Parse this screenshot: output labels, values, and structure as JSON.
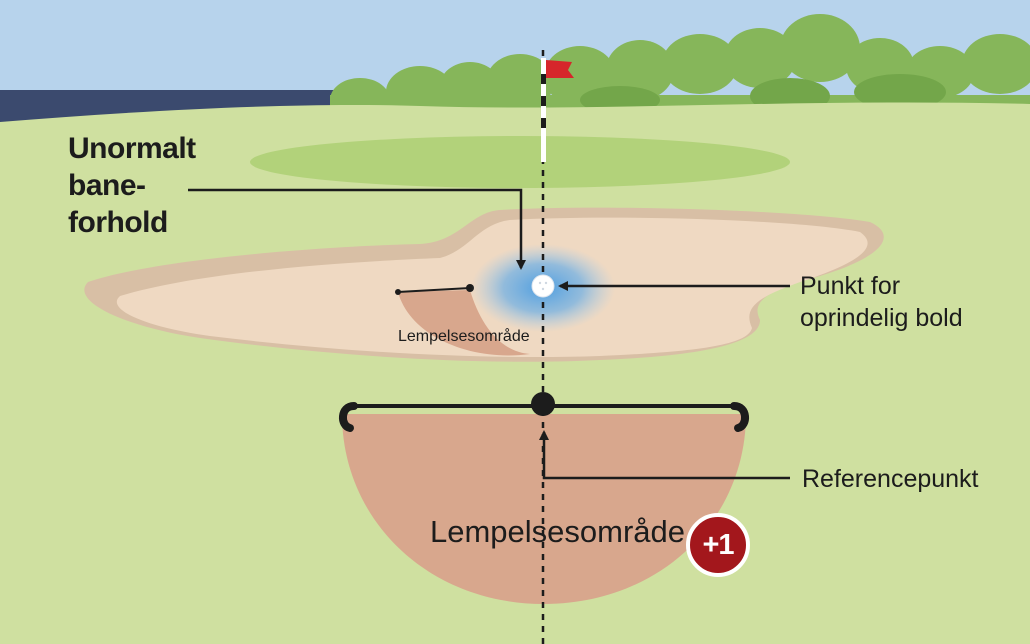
{
  "labels": {
    "abnormal_title": [
      "Unormalt",
      "bane-",
      "forhold"
    ],
    "original_ball": [
      "Punkt for",
      "oprindelig bold"
    ],
    "reference_point": "Referencepunkt",
    "relief_area_small": "Lempelsesområde",
    "relief_area_large": "Lempelsesområde",
    "penalty_badge": "+1"
  },
  "colors": {
    "sky": "#b7d3ec",
    "water": "#3b4a6e",
    "trees": "#86b65a",
    "trees_dark": "#73a64a",
    "fairway": "#cfe0a0",
    "green": "#b2d27a",
    "bunker_sand": "#efd9c2",
    "bunker_lip": "#d8bfa5",
    "relief_area": "#d8a78d",
    "ball_glow": "#4f9ee0",
    "flag": "#d6262b",
    "penalty": "#a3171c",
    "line": "#1c1c1c"
  },
  "icons": {
    "flag": "flag-icon",
    "ball": "golf-ball-icon",
    "penalty": "penalty-badge-icon"
  }
}
